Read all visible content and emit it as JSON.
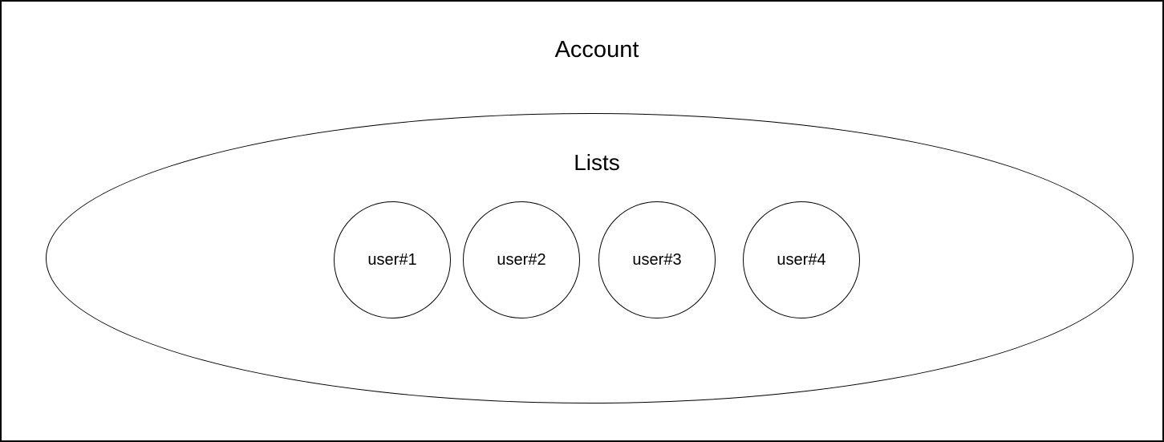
{
  "diagram": {
    "title": "Account",
    "group": {
      "label": "Lists"
    },
    "users": [
      {
        "label": "user#1"
      },
      {
        "label": "user#2"
      },
      {
        "label": "user#3"
      },
      {
        "label": "user#4"
      }
    ]
  },
  "colors": {
    "background": "#ffffff",
    "stroke": "#000000",
    "text": "#000000"
  }
}
